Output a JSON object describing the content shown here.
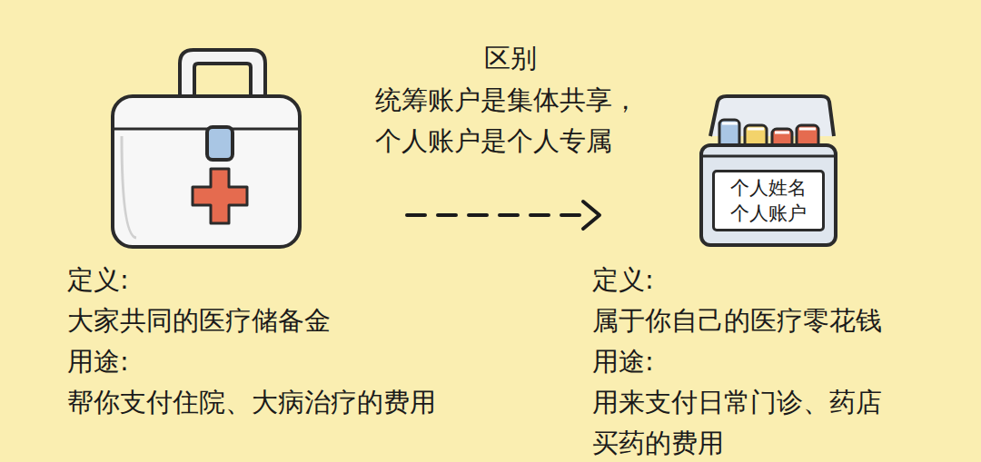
{
  "diagram": {
    "title": "区别",
    "nodes": [
      {
        "text": [
          "个人姓名 个人账户"
        ]
      }
    ],
    "labels": [
      "统筹账户是集体共享， 个人账户是个人专属",
      "定义:",
      "大家共同的医疗储备金",
      "用途:",
      "帮你支付住院、大病治疗的费用",
      "定义:",
      "属于你自己的医疗零花钱",
      "用途:",
      "用来支付日常门诊、药店 买药的费用"
    ]
  }
}
